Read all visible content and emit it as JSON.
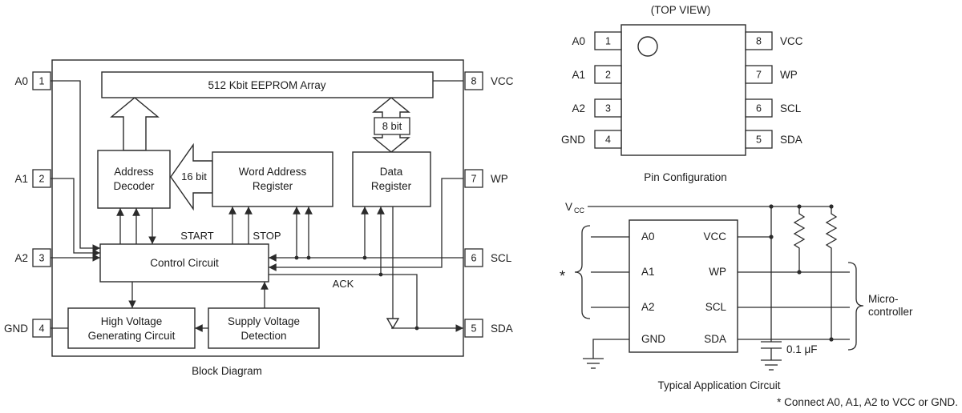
{
  "block_diagram": {
    "caption": "Block Diagram",
    "pins_left": [
      {
        "num": "1",
        "label": "A0"
      },
      {
        "num": "2",
        "label": "A1"
      },
      {
        "num": "3",
        "label": "A2"
      },
      {
        "num": "4",
        "label": "GND"
      }
    ],
    "pins_right": [
      {
        "num": "8",
        "label": "VCC"
      },
      {
        "num": "7",
        "label": "WP"
      },
      {
        "num": "6",
        "label": "SCL"
      },
      {
        "num": "5",
        "label": "SDA"
      }
    ],
    "blocks": {
      "eeprom": "512 Kbit EEPROM Array",
      "address_decoder_1": "Address",
      "address_decoder_2": "Decoder",
      "word_address_1": "Word Address",
      "word_address_2": "Register",
      "data_register_1": "Data",
      "data_register_2": "Register",
      "control": "Control Circuit",
      "high_voltage_1": "High Voltage",
      "high_voltage_2": "Generating Circuit",
      "supply_voltage_1": "Supply Voltage",
      "supply_voltage_2": "Detection"
    },
    "signals": {
      "bus16": "16 bit",
      "bus8": "8 bit",
      "start": "START",
      "stop": "STOP",
      "ack": "ACK"
    }
  },
  "pin_configuration": {
    "title": "(TOP VIEW)",
    "caption": "Pin Configuration",
    "pins_left": [
      {
        "num": "1",
        "label": "A0"
      },
      {
        "num": "2",
        "label": "A1"
      },
      {
        "num": "3",
        "label": "A2"
      },
      {
        "num": "4",
        "label": "GND"
      }
    ],
    "pins_right": [
      {
        "num": "8",
        "label": "VCC"
      },
      {
        "num": "7",
        "label": "WP"
      },
      {
        "num": "6",
        "label": "SCL"
      },
      {
        "num": "5",
        "label": "SDA"
      }
    ]
  },
  "application_circuit": {
    "caption": "Typical Application Circuit",
    "supply_v": "V",
    "supply_cc": "CC",
    "asterisk": "*",
    "ic_left": [
      "A0",
      "A1",
      "A2",
      "GND"
    ],
    "ic_right": [
      "VCC",
      "WP",
      "SCL",
      "SDA"
    ],
    "capacitor": "0.1 μF",
    "micro_1": "Micro-",
    "micro_2": "controller",
    "footnote": "* Connect A0, A1, A2 to VCC or GND."
  }
}
